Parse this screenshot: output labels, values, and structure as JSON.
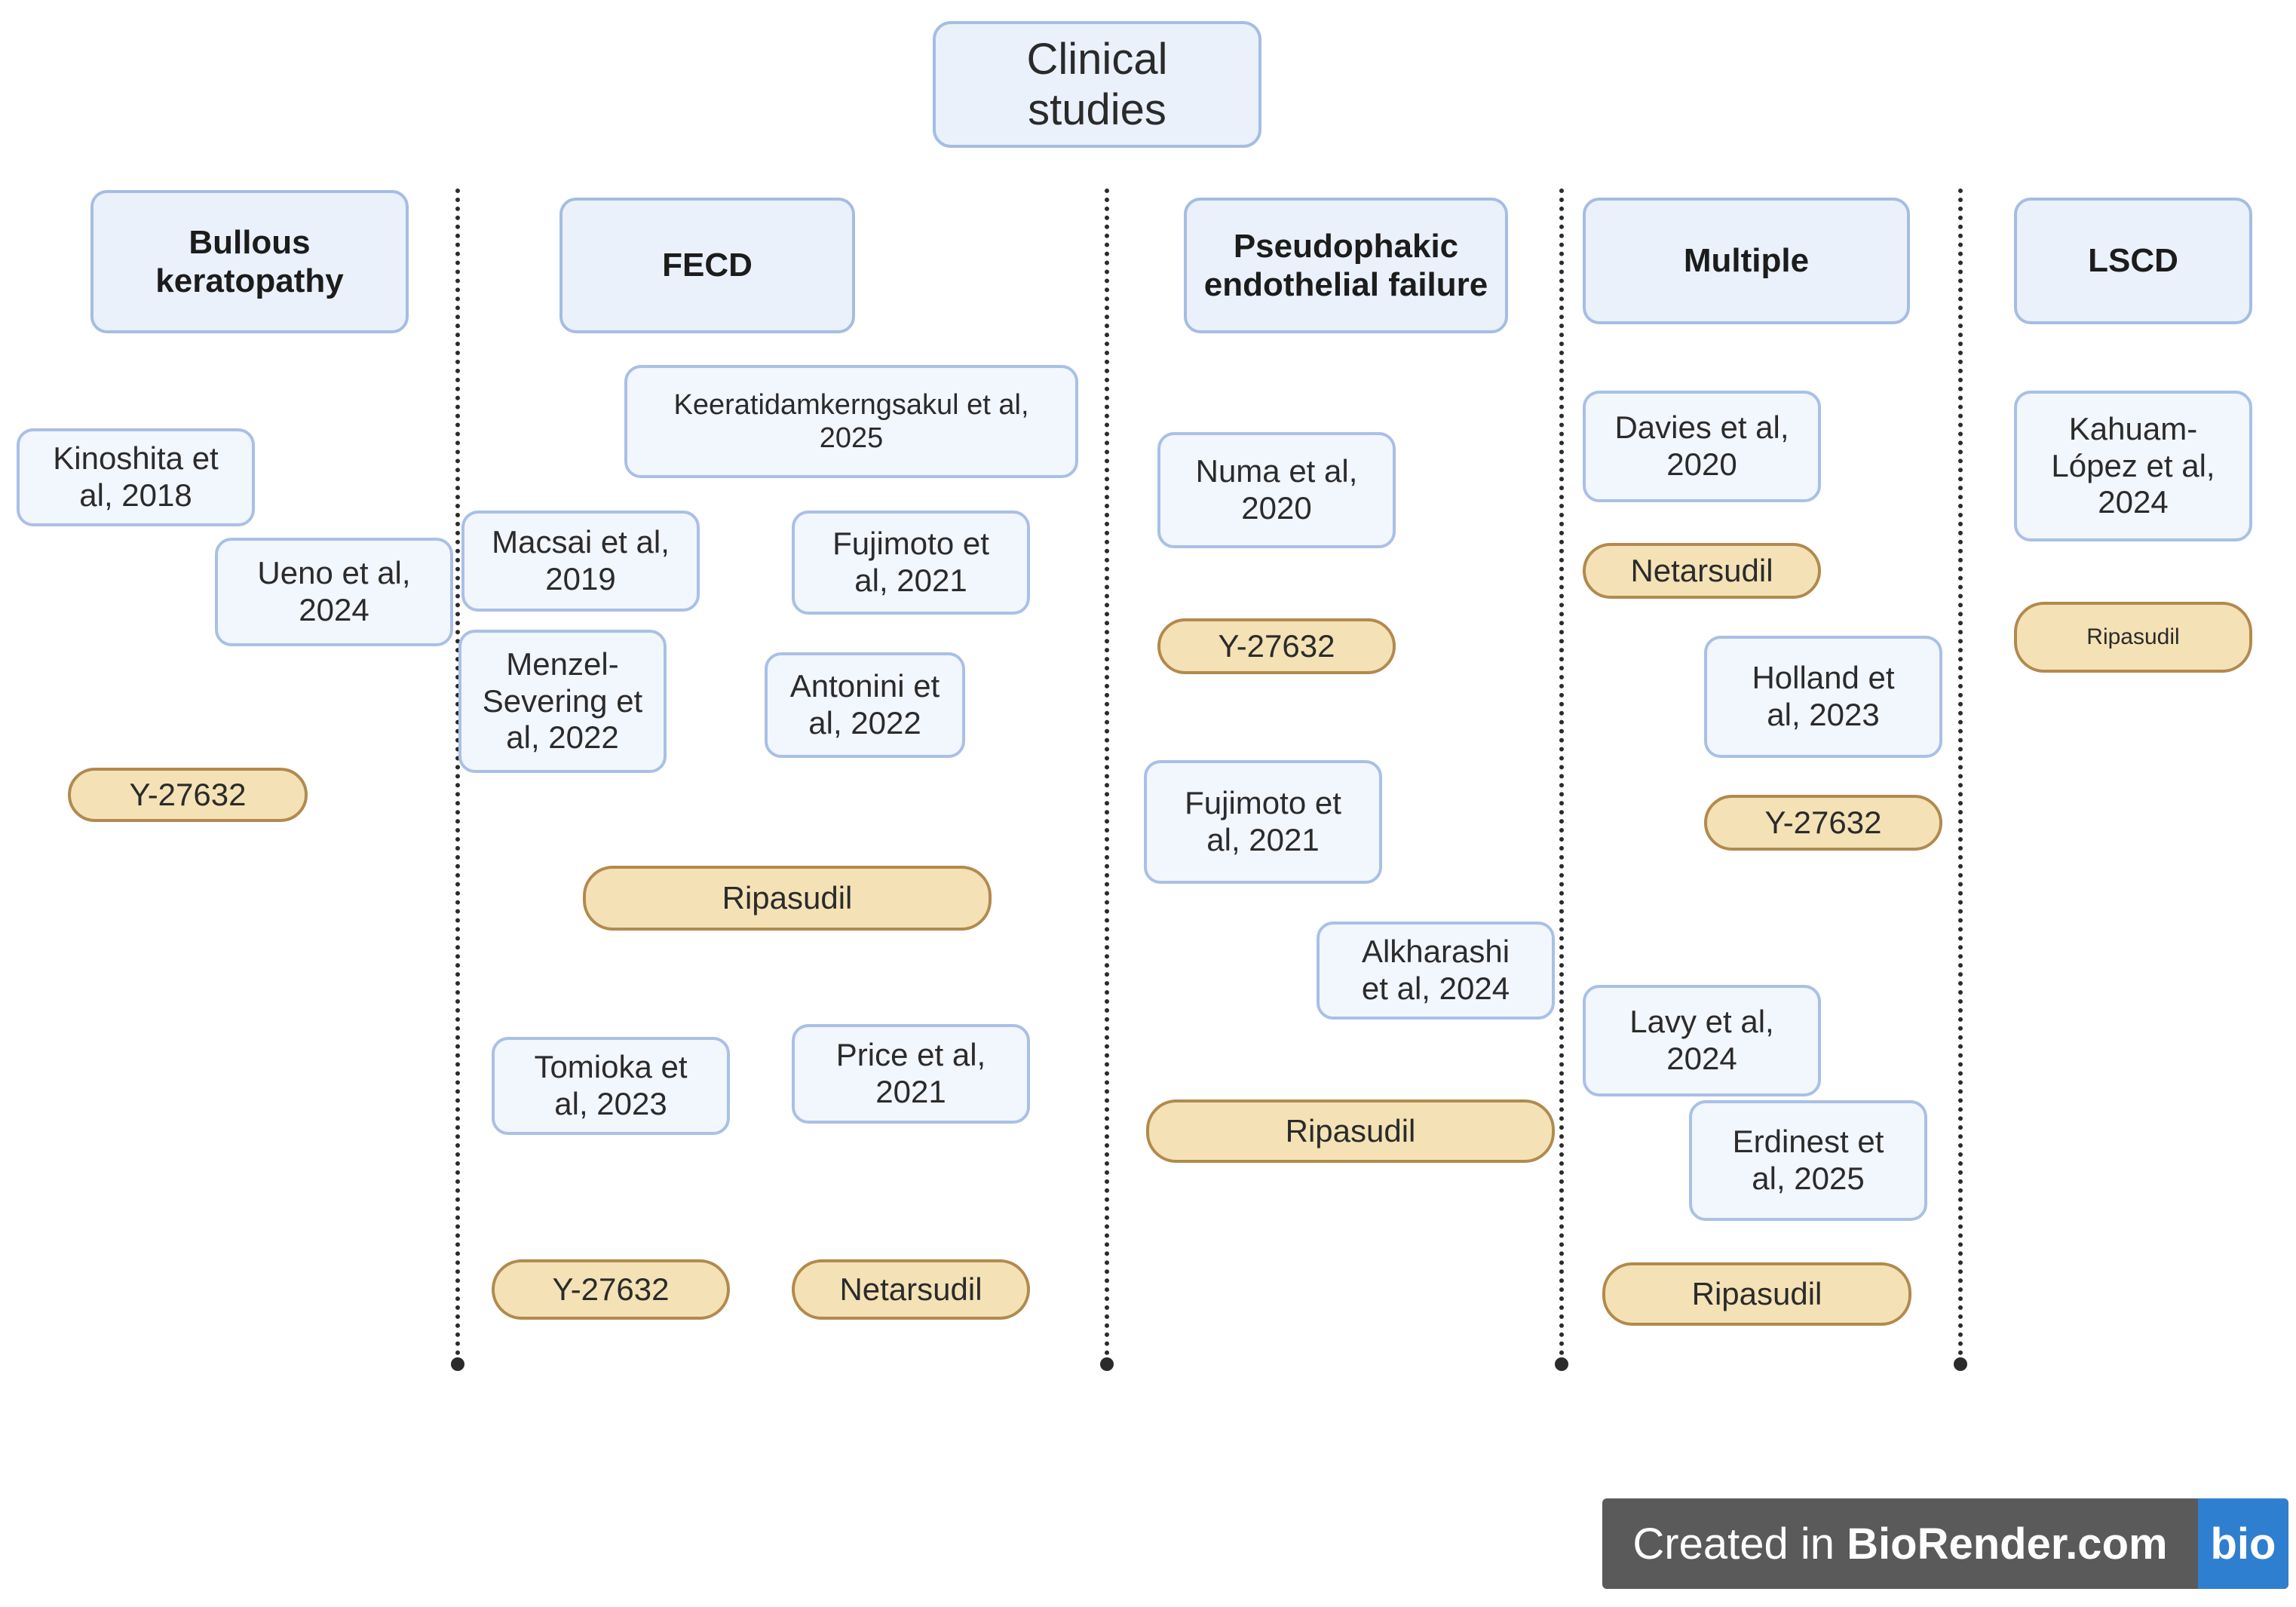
{
  "title": "Clinical\nstudies",
  "columns": [
    {
      "header": "Bullous\nkeratopathy",
      "studies": [
        "Kinoshita et\nal,  2018",
        "Ueno et al,\n2024"
      ],
      "drugs": [
        "Y-27632"
      ]
    },
    {
      "header": "FECD",
      "studies": [
        "Keeratidamkerngsakul et al,\n2025",
        "Macsai et al,\n2019",
        "Fujimoto et\nal, 2021",
        "Menzel-\nSevering et\nal, 2022",
        "Antonini et\nal, 2022",
        "Tomioka et\nal, 2023",
        "Price et al,\n2021"
      ],
      "drugs": [
        "Ripasudil",
        "Y-27632",
        "Netarsudil"
      ]
    },
    {
      "header": "Pseudophakic\nendothelial failure",
      "studies": [
        "Numa et al,\n2020",
        "Fujimoto et\nal, 2021",
        "Alkharashi\net al, 2024"
      ],
      "drugs": [
        "Y-27632",
        "Ripasudil"
      ]
    },
    {
      "header": "Multiple",
      "studies": [
        "Davies et al,\n2020",
        "Holland et\nal, 2023",
        "Lavy et al,\n2024",
        "Erdinest et\nal, 2025"
      ],
      "drugs": [
        "Netarsudil",
        "Y-27632",
        "Ripasudil"
      ]
    },
    {
      "header": "LSCD",
      "studies": [
        "Kahuam-\nLópez et al,\n2024"
      ],
      "drugs": [
        "Ripasudil"
      ]
    }
  ],
  "watermark": {
    "text_prefix": "Created in ",
    "text_brand": "BioRender.com",
    "logo": "bio"
  },
  "colors": {
    "header_fill": "#eaf1fb",
    "header_border": "#a5bde3",
    "drug_fill": "#f4e2b6",
    "drug_border": "#b28a4e",
    "badge_bg": "#5a5a5a",
    "badge_logo_bg": "#2f7fd0"
  }
}
